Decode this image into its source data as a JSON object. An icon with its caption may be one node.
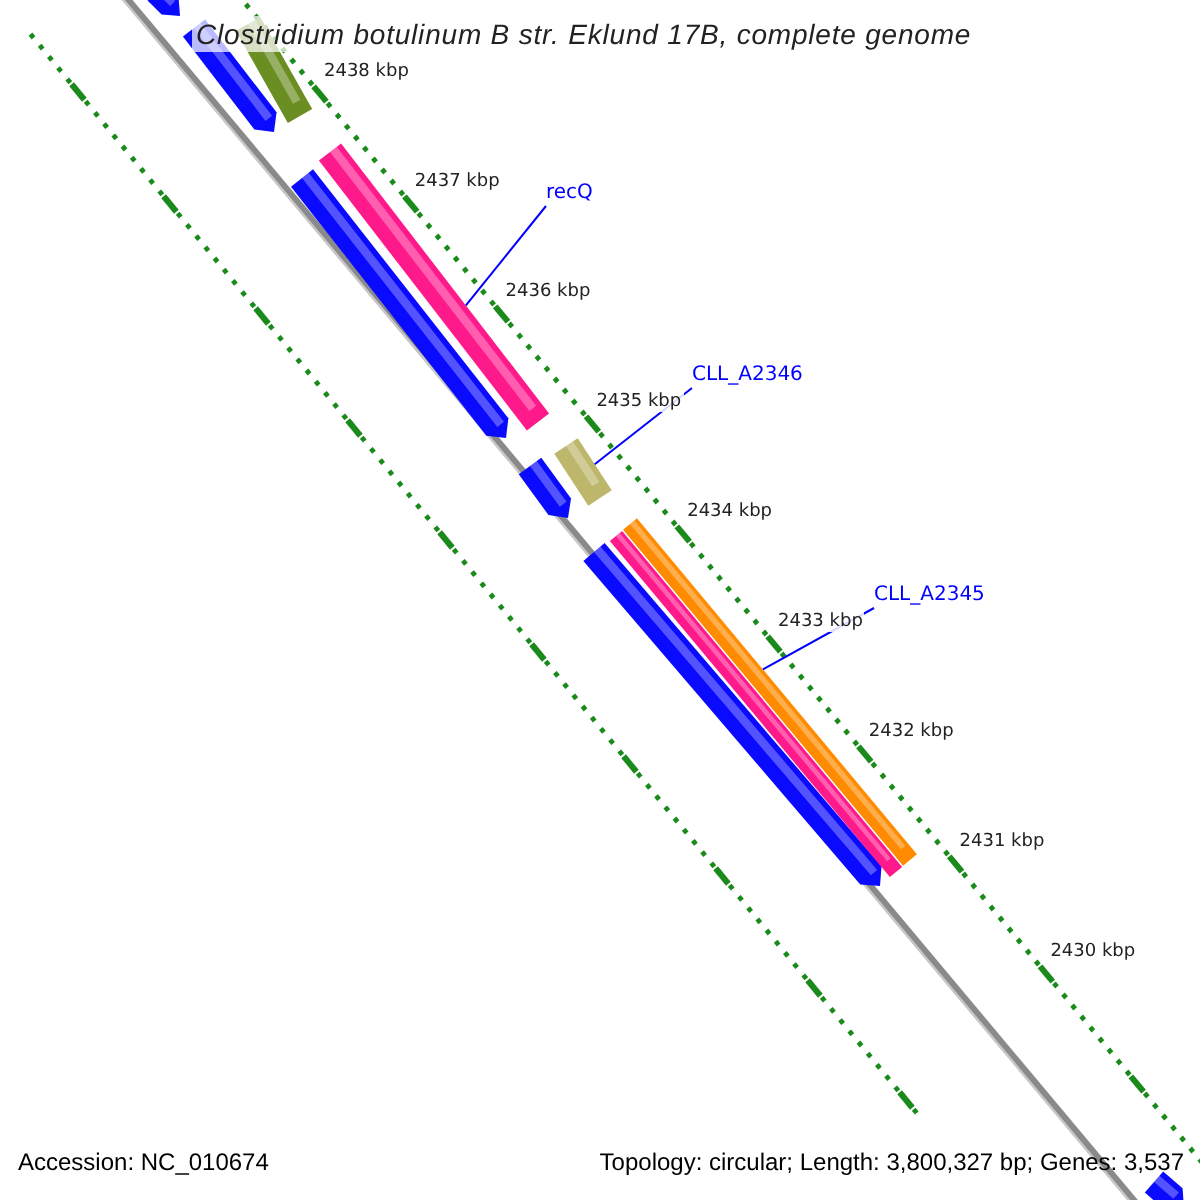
{
  "diagram": {
    "title": "Clostridium botulinum B str. Eklund 17B, complete genome",
    "nodes": [
      {
        "text": [
          "recQ"
        ]
      },
      {
        "text": [],
        "shape": "bar"
      },
      {
        "text": [
          "CLL_A2346"
        ]
      },
      {
        "text": [],
        "shape": "bar"
      },
      {
        "text": [
          "CLL_A2345"
        ]
      },
      {
        "text": [],
        "shape": "bar"
      }
    ],
    "edges": [
      {
        "from": 0,
        "to": 1,
        "arrow": "none"
      },
      {
        "from": 2,
        "to": 3,
        "arrow": "none"
      },
      {
        "from": 4,
        "to": 5,
        "arrow": "none"
      }
    ],
    "labels": [
      "2438 kbp",
      "2437 kbp",
      "2436 kbp",
      "2435 kbp",
      "2434 kbp",
      "2433 kbp",
      "2432 kbp",
      "2431 kbp",
      "2430 kbp",
      "Accession: NC_010674",
      "Topology: circular; Length: 3,800,327 bp; Genes: 3,537"
    ]
  }
}
